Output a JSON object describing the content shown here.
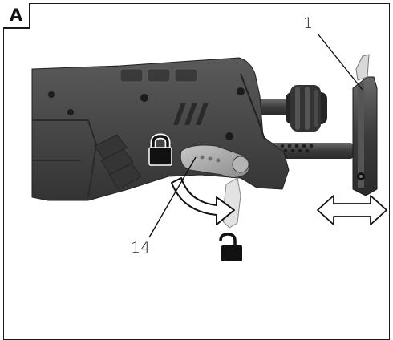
{
  "figure": {
    "label": "A",
    "callouts": [
      {
        "id": "1",
        "text": "1"
      },
      {
        "id": "14",
        "text": "14"
      }
    ]
  },
  "icons": {
    "locked": "padlock-locked-icon",
    "unlocked": "padlock-unlocked-icon",
    "rotate_arrow": "curved-arrow-icon",
    "double_arrow": "double-arrow-horizontal-icon"
  },
  "colors": {
    "tool_body": "#4b4b4b",
    "tool_dark": "#2c2c2c",
    "lever": "#9c9c9c",
    "outline": "#111111"
  }
}
